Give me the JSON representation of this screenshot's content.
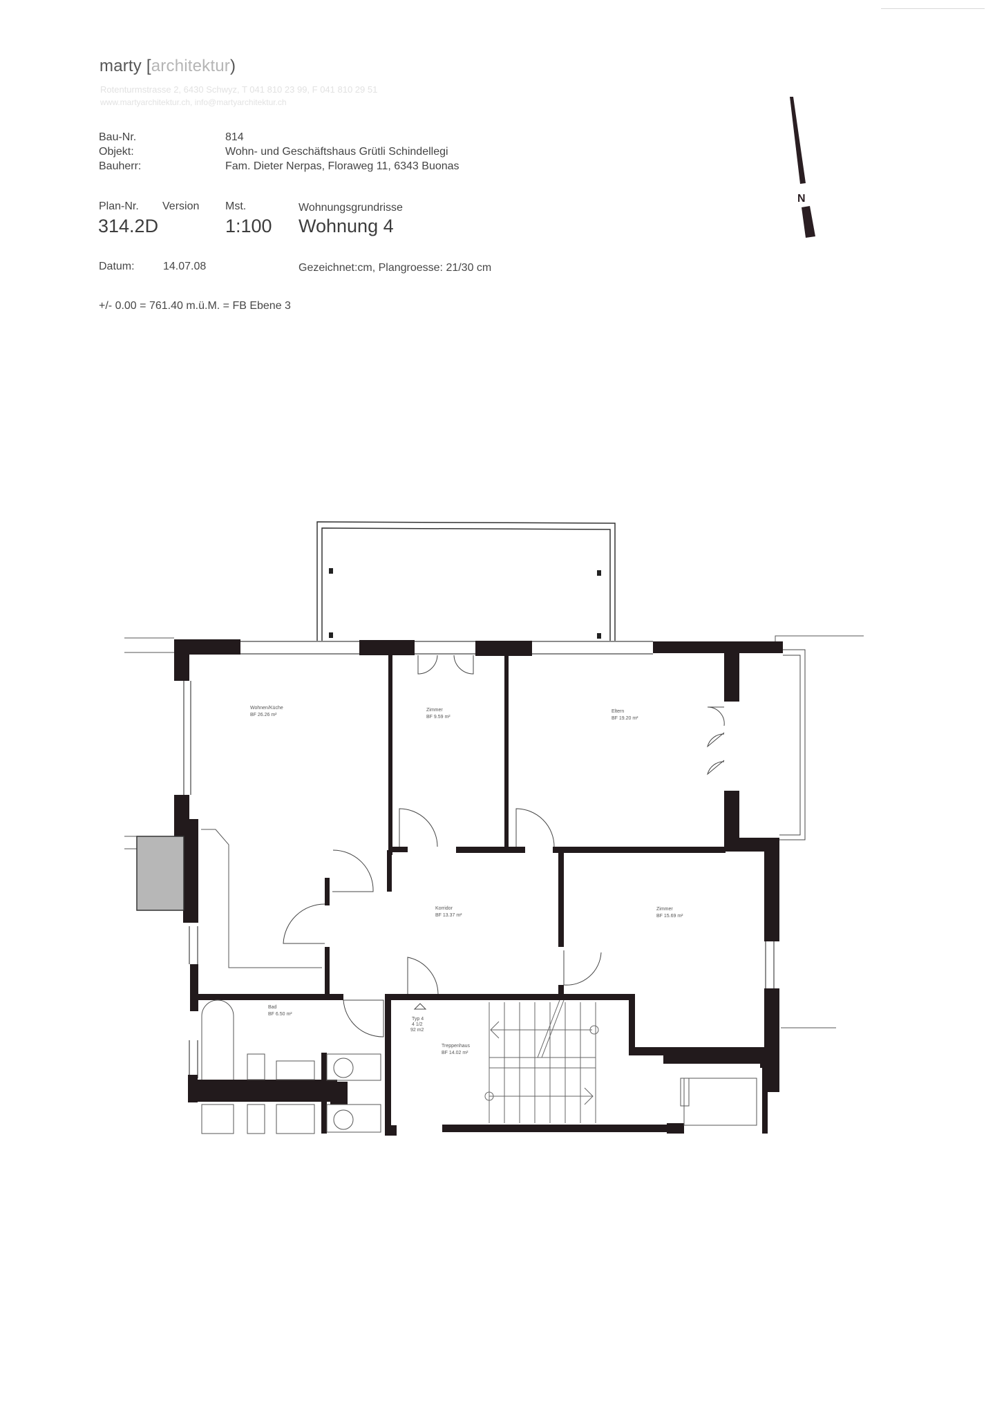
{
  "header": {
    "brand_name": "marty",
    "brand_bracket_open": "[",
    "brand_sub": "architektur",
    "brand_bracket_close": ")",
    "address_line": "Rotenturmstrasse 2, 6430 Schwyz, T 041 810 23 99, F 041 810 29 51",
    "web_line": "www.martyarchitektur.ch, info@martyarchitektur.ch"
  },
  "project": {
    "bau_nr_label": "Bau-Nr.",
    "bau_nr_value": "814",
    "objekt_label": "Objekt:",
    "objekt_value": "Wohn- und Geschäftshaus Grütli Schindellegi",
    "bauherr_label": "Bauherr:",
    "bauherr_value": "Fam. Dieter Nerpas, Floraweg 11, 6343 Buonas"
  },
  "plan": {
    "plan_nr_label": "Plan-Nr.",
    "version_label": "Version",
    "plan_nr_value": "314.2D",
    "mst_label": "Mst.",
    "mst_value": "1:100",
    "title_label": "Wohnungsgrundrisse",
    "title_value": "Wohnung 4",
    "datum_label": "Datum:",
    "datum_value": "14.07.08",
    "gezeichnet": "Gezeichnet:cm, Plangroesse: 21/30 cm",
    "elevation": "+/- 0.00 = 761.40 m.ü.M. = FB Ebene 3"
  },
  "north_arrow": {
    "letter": "N"
  },
  "rooms": [
    {
      "name": "Wohnen/Küche",
      "area": "BF 26.26 m²"
    },
    {
      "name": "Zimmer",
      "area": "BF 9.59 m²"
    },
    {
      "name": "Eltern",
      "area": "BF 19.20 m²"
    },
    {
      "name": "Korridor",
      "area": "BF 13.37 m²"
    },
    {
      "name": "Zimmer",
      "area": "BF 15.69 m²"
    },
    {
      "name": "Bad",
      "area": "BF 6.50 m²"
    },
    {
      "name": "Treppenhaus",
      "area": "BF 14.02 m²"
    }
  ],
  "unit_marker": {
    "line1": "Typ 4",
    "line2": "4 1/2",
    "line3": "92 m2"
  }
}
